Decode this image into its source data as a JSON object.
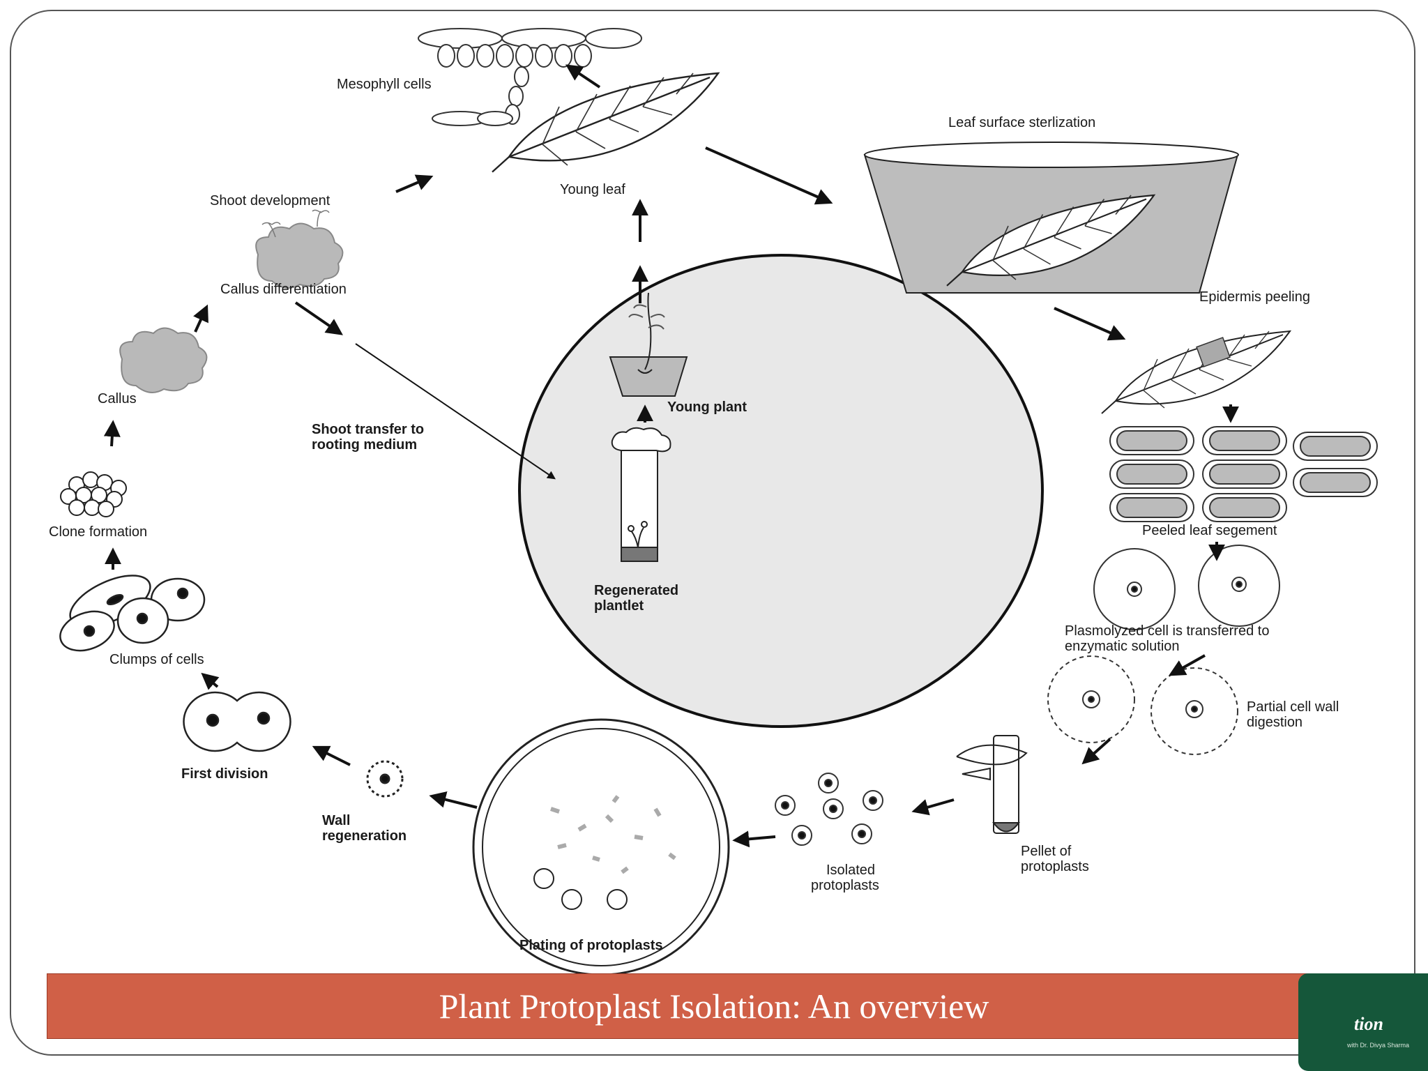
{
  "diagram": {
    "labels": {
      "mesophyll": "Mesophyll cells",
      "young_leaf": "Young leaf",
      "sterilization": "Leaf surface sterlization",
      "epidermis": "Epidermis peeling",
      "peeled_segment": "Peeled leaf segement",
      "plasmolyzed_1": "Plasmolyzed cell is transferred to",
      "plasmolyzed_2": "enzymatic solution",
      "partial_1": "Partial cell wall",
      "partial_2": "digestion",
      "pellet_1": "Pellet of",
      "pellet_2": "protoplasts",
      "isolated_1": "Isolated",
      "isolated_2": "protoplasts",
      "plating": "Plating of protoplasts",
      "wall_1": "Wall",
      "wall_2": "regeneration",
      "first_division": "First division",
      "clumps": "Clumps of cells",
      "clone": "Clone formation",
      "callus": "Callus",
      "callus_diff": "Callus differentiation",
      "shoot_dev": "Shoot development",
      "young_plant": "Young plant",
      "shoot_transfer_1": "Shoot transfer to",
      "shoot_transfer_2": "rooting medium",
      "regenerated_1": "Regenerated",
      "regenerated_2": "plantlet"
    }
  },
  "slide": {
    "title": "Plant Protoplast Isolation: An overview"
  },
  "logo": {
    "text": "tion",
    "subtext": "with Dr. Divya Sharma"
  },
  "colors": {
    "title_bar": "#d06047",
    "logo_bg": "#15573a"
  }
}
